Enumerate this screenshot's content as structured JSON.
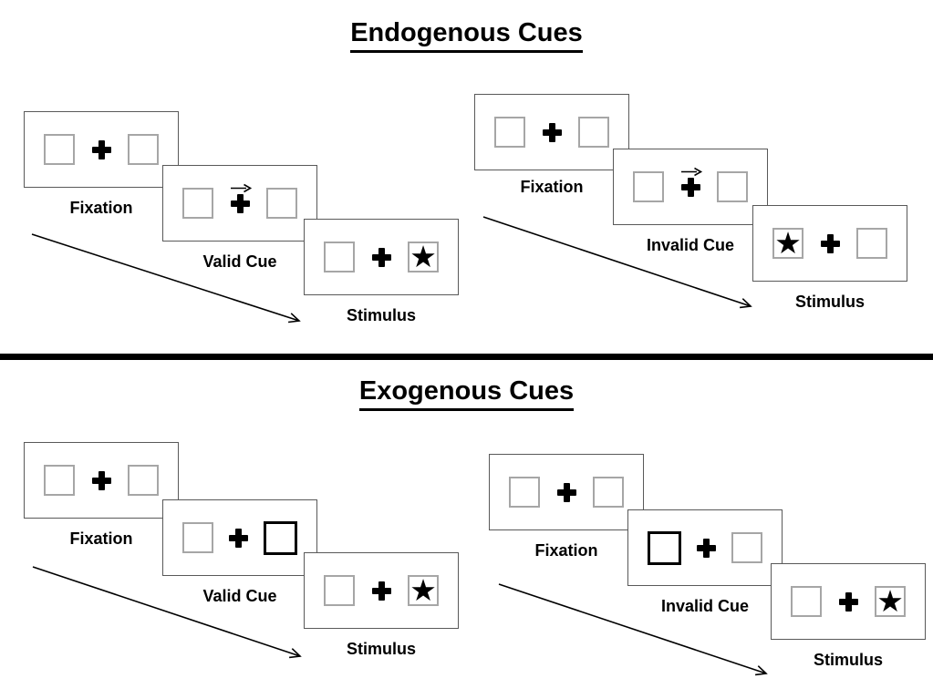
{
  "symbols": {
    "star": "★"
  },
  "colors": {
    "panel_border": "#595959",
    "square_border": "#a6a6a6",
    "ink": "#000000"
  },
  "sections": [
    {
      "title": "Endogenous Cues",
      "groups": [
        {
          "name": "endogenous-valid",
          "panels": [
            {
              "label": "Fixation",
              "type": "fixation"
            },
            {
              "label": "Valid Cue",
              "type": "endogenous-cue",
              "cue_direction": "right"
            },
            {
              "label": "Stimulus",
              "type": "stimulus",
              "target_side": "right"
            }
          ]
        },
        {
          "name": "endogenous-invalid",
          "panels": [
            {
              "label": "Fixation",
              "type": "fixation"
            },
            {
              "label": "Invalid Cue",
              "type": "endogenous-cue",
              "cue_direction": "right"
            },
            {
              "label": "Stimulus",
              "type": "stimulus",
              "target_side": "left"
            }
          ]
        }
      ]
    },
    {
      "title": "Exogenous Cues",
      "groups": [
        {
          "name": "exogenous-valid",
          "panels": [
            {
              "label": "Fixation",
              "type": "fixation"
            },
            {
              "label": "Valid Cue",
              "type": "exogenous-cue",
              "cue_side": "right"
            },
            {
              "label": "Stimulus",
              "type": "stimulus",
              "target_side": "right"
            }
          ]
        },
        {
          "name": "exogenous-invalid",
          "panels": [
            {
              "label": "Fixation",
              "type": "fixation"
            },
            {
              "label": "Invalid Cue",
              "type": "exogenous-cue",
              "cue_side": "left"
            },
            {
              "label": "Stimulus",
              "type": "stimulus",
              "target_side": "right"
            }
          ]
        }
      ]
    }
  ]
}
